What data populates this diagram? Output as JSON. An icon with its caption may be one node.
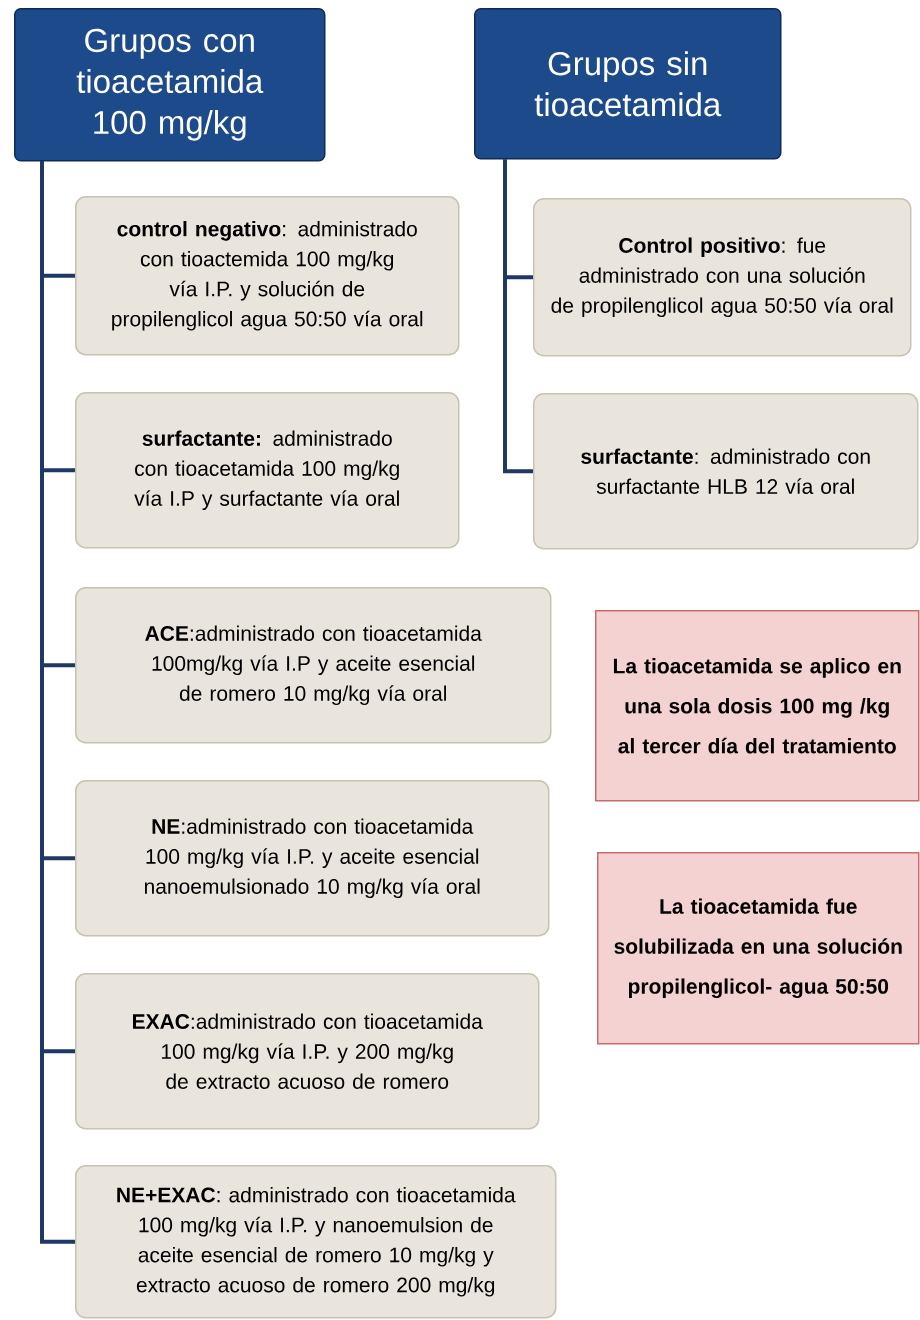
{
  "diagram": {
    "nodes": [
      {
        "text": [
          "Grupos con tioacetamida 100 mg/kg"
        ]
      },
      {
        "text": [
          "**control negativo**: administrado con tioactemida 100 mg/kg vía I.P. y solución de propilenglicol agua 50:50 vía oral"
        ]
      },
      {
        "text": [
          "**surfactante:** administrado con tioacetamida 100 mg/kg vía I.P y surfactante vía oral"
        ]
      },
      {
        "text": [
          "**ACE**:administrado con tioacetamida 100mg/kg vía I.P y aceite esencial de romero 10 mg/kg vía oral"
        ]
      },
      {
        "text": [
          "**NE**:administrado con tioacetamida 100 mg/kg vía I.P. y aceite esencial nanoemulsionado 10 mg/kg vía oral"
        ]
      },
      {
        "text": [
          "**EXAC**:administrado con tioacetamida 100 mg/kg vía I.P. y 200 mg/kg de extracto acuoso de romero"
        ]
      },
      {
        "text": [
          "**NE+EXAC**: administrado con tioacetamida 100 mg/kg vía I.P. y nanoemulsion de aceite esencial de romero 10 mg/kg y extracto acuoso de romero 200 mg/kg"
        ]
      },
      {
        "text": [
          "Grupos sin tioacetamida"
        ]
      },
      {
        "text": [
          "**Control positivo**: fue administrado con una solución de propilenglicol agua 50:50 vía oral"
        ]
      },
      {
        "text": [
          "**surfactante**: administrado con surfactante HLB 12 vía oral"
        ]
      },
      {
        "text": [
          "La tioacetamida se aplico en una sola dosis 100 mg /kg al tercer día del tratamiento"
        ]
      },
      {
        "text": [
          "La tioacetamida fue solubilizada en una solución propilenglicol- agua 50:50"
        ]
      }
    ],
    "edges": [
      {
        "from": 0,
        "to": 1,
        "arrow": "none"
      },
      {
        "from": 0,
        "to": 2,
        "arrow": "none"
      },
      {
        "from": 0,
        "to": 3,
        "arrow": "none"
      },
      {
        "from": 0,
        "to": 4,
        "arrow": "none"
      },
      {
        "from": 0,
        "to": 5,
        "arrow": "none"
      },
      {
        "from": 0,
        "to": 6,
        "arrow": "none"
      },
      {
        "from": 7,
        "to": 8,
        "arrow": "none"
      },
      {
        "from": 7,
        "to": 9,
        "arrow": "none"
      }
    ]
  }
}
